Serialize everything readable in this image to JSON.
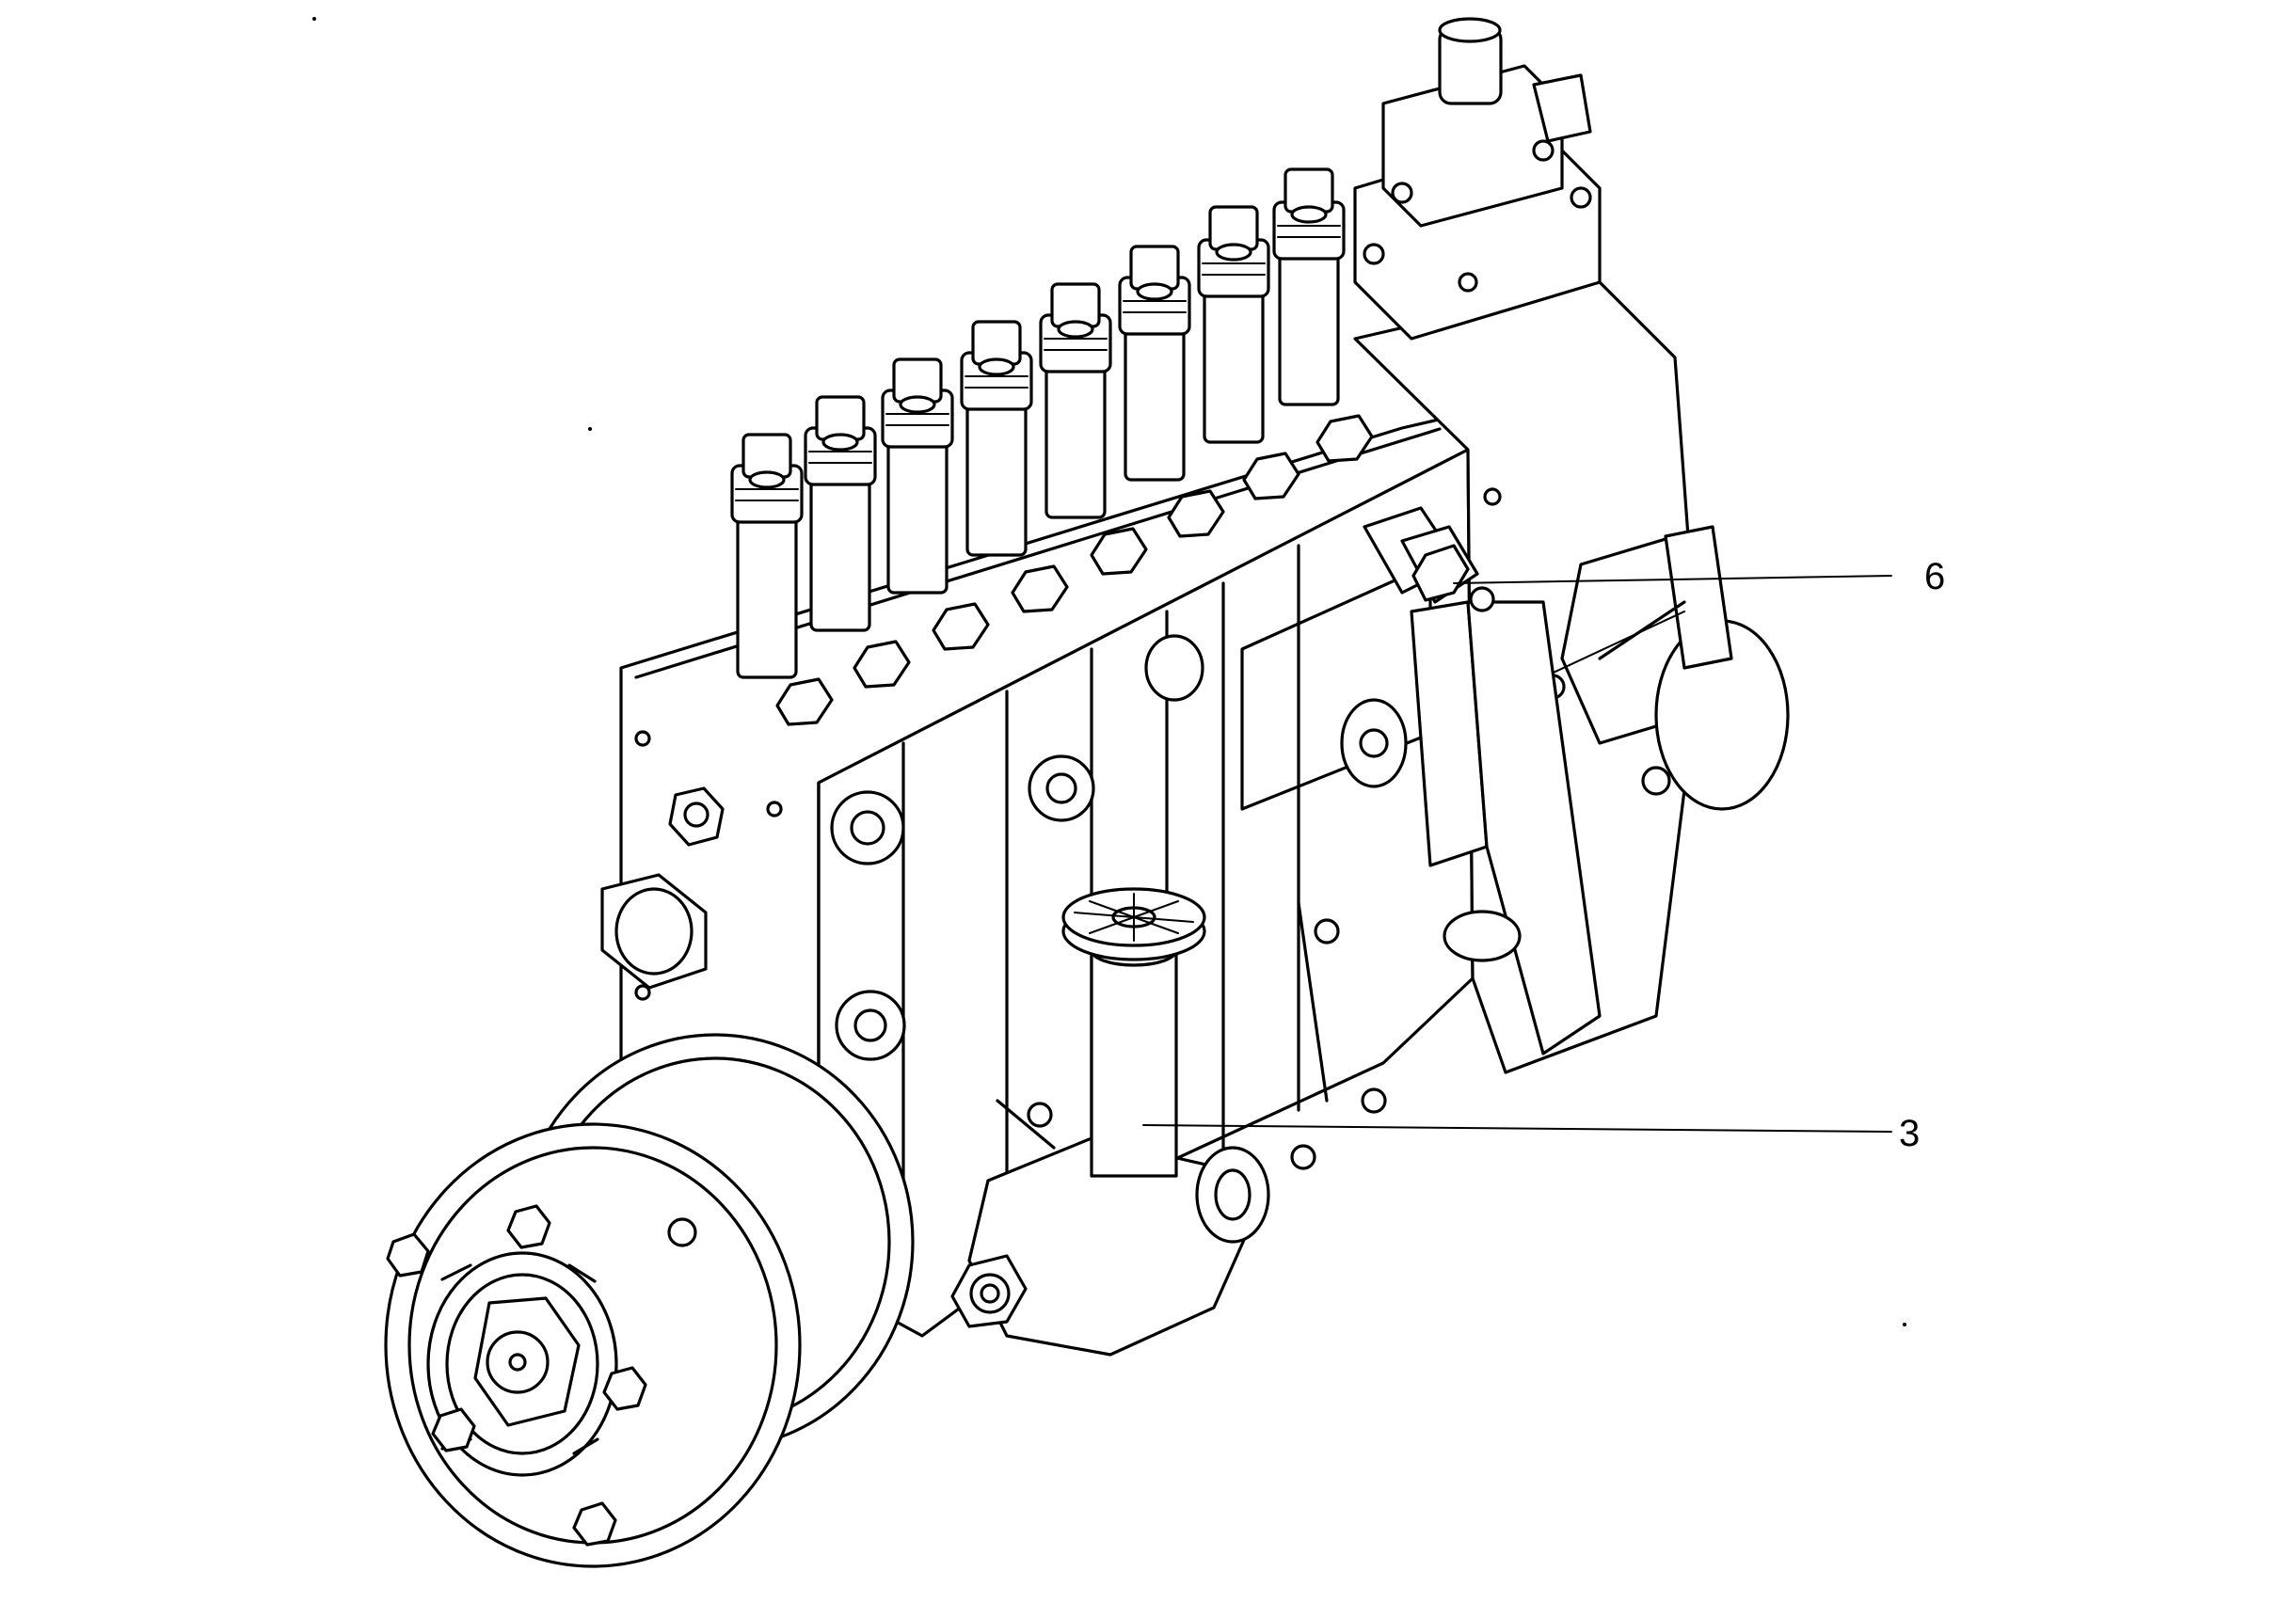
{
  "callouts": [
    {
      "id": "callout-6",
      "label": "6"
    },
    {
      "id": "callout-3",
      "label": "3"
    }
  ]
}
